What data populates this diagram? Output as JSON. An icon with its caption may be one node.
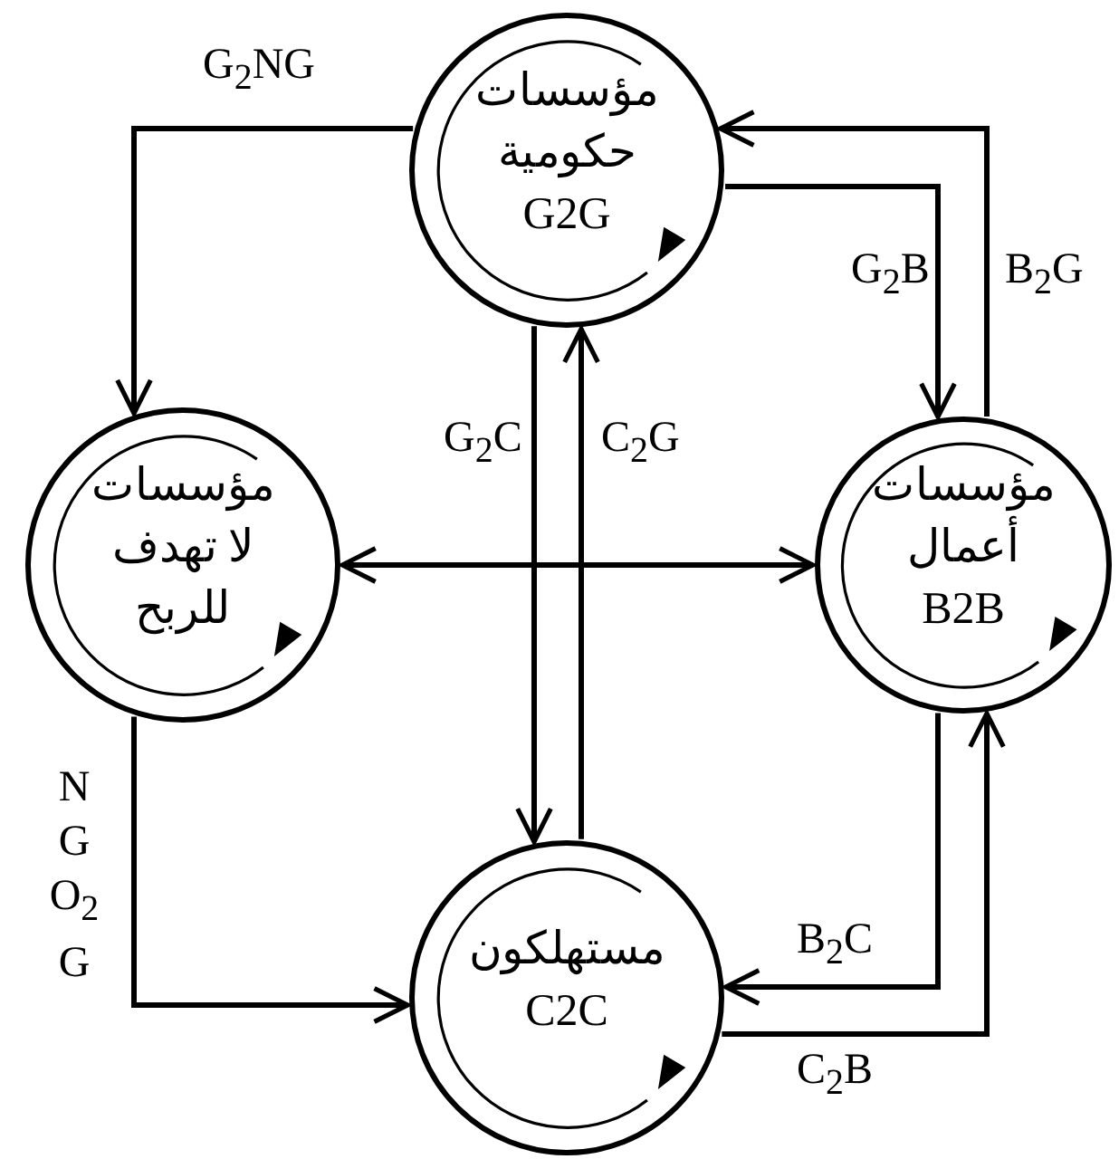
{
  "diagram": {
    "nodes": [
      {
        "text": [
          "مؤسسات حكومية",
          "G2G"
        ]
      },
      {
        "text": [
          "مؤسسات لا تهدف للربح"
        ]
      },
      {
        "text": [
          "مؤسسات أعمال",
          "B2B"
        ]
      },
      {
        "text": [
          "مستهلكون",
          "C2C"
        ]
      }
    ],
    "edges": [
      {
        "from": 0,
        "to": 1,
        "arrow": "to",
        "label": "G$_{2}$NG"
      },
      {
        "from": 2,
        "to": 0,
        "arrow": "to",
        "label": "B$_{2}$G"
      },
      {
        "from": 0,
        "to": 2,
        "arrow": "to",
        "label": "G$_{2}$B"
      },
      {
        "from": 0,
        "to": 3,
        "arrow": "to",
        "label": "G$_{2}$C"
      },
      {
        "from": 3,
        "to": 0,
        "arrow": "to",
        "label": "C$_{2}$G"
      },
      {
        "from": 1,
        "to": 2,
        "arrow": "both"
      },
      {
        "from": 1,
        "to": 3,
        "arrow": "to",
        "label": "NGO$_{2}$G"
      },
      {
        "from": 2,
        "to": 3,
        "arrow": "to",
        "label": "B$_{2}$C"
      },
      {
        "from": 3,
        "to": 2,
        "arrow": "to",
        "label": "C$_{2}$B"
      }
    ]
  }
}
